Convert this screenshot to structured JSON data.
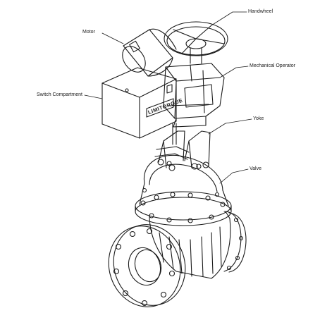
{
  "diagram": {
    "labels": {
      "handwheel": "Handwheel",
      "motor": "Motor",
      "mechanical_operator": "Mechanical Operator",
      "switch_compartment": "Switch Compartment",
      "yoke": "Yoke",
      "valve": "Valve"
    },
    "nameplate": "LIMITORQUE"
  },
  "colors": {
    "ink": "#1a1a1a",
    "paper": "#ffffff"
  }
}
